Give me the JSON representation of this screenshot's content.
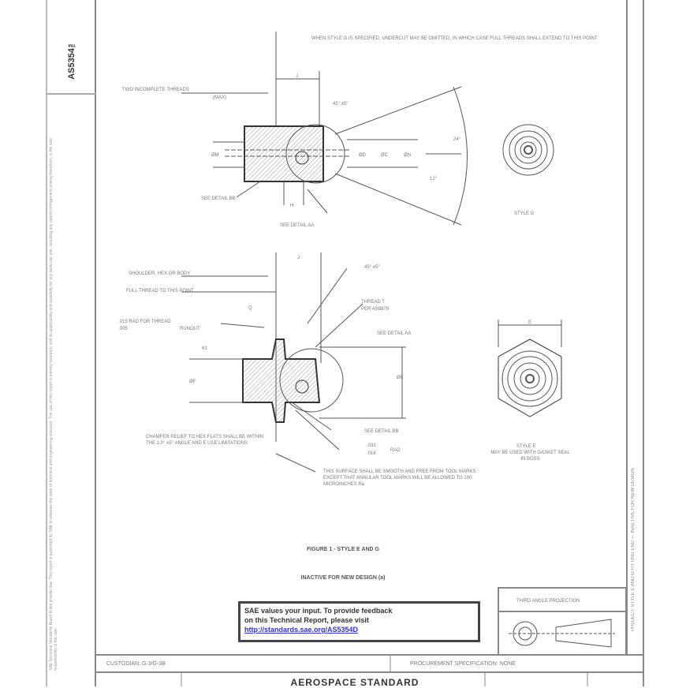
{
  "document_id": "AS5354™",
  "left_margin_text": "SAE Technical Standards Board Rules provide that: This report is published by SAE to advance the state of technical and engineering sciences. The use of this report is entirely voluntary, and its applicability and suitability for any particular use, including any patent infringement arising therefrom, is the sole responsibility of the user.",
  "right_margin_text": "PROJECT: STYLE E AND G FITTING END — INACTIVE FOR NEW DESIGN",
  "top_view": {
    "note_style": "WHEN STYLE G IS SPECIFIED, UNDERCUT MAY BE OMITTED, IN WHICH CASE FULL THREADS SHALL EXTEND TO THIS POINT",
    "two_incomplete": "TWO INCOMPLETE THREADS",
    "max": "(MAX)",
    "dim_j": "J",
    "angle": "45° ±5°",
    "dim_dm": "ØM",
    "dim_dd": "ØD",
    "dim_dc": "ØC",
    "dim_dn": "ØN",
    "angle_24": "24°",
    "angle_12": "12°",
    "dim_h": "H",
    "see_bb": "SEE DETAIL BB",
    "see_aa": "SEE DETAIL AA",
    "style_label": "STYLE G"
  },
  "bottom_view": {
    "dim_j": "J",
    "angle": "45° ±5°",
    "shoulder": "SHOULDER, HEX OR BODY",
    "full_thread": "FULL THREAD TO THIS POINT",
    "dim_q": "Q",
    "rad": ".015 RAD FOR THREAD",
    "rad2": ".005",
    "runout": "RUNOUT",
    "thread": "THREAD T",
    "per": "PER AS8879",
    "see_aa": "SEE DETAIL AA",
    "finish": "63",
    "dim_df": "ØF",
    "dim_dk": "ØK",
    "see_bb": "SEE DETAIL BB",
    "rad_a": ".031",
    ".rad_b": "",
    "rad_b": ".016",
    "rad_label": "RAD",
    "chamfer": "CHAMFER RELIEF TO HEX FLATS SHALL BE WITHIN THE 1.0° ±5° ANGLE AND E USE LIMITATIONS",
    "surface": "THIS SURFACE SHALL BE SMOOTH AND FREE FROM TOOL MARKS EXCEPT THAT ANNULAR TOOL MARKS WILL BE ALLOWED TO 100 MICROINCHES Ra",
    "dim_e": "E",
    "style_label": "STYLE E",
    "style_note": "MAY BE USED WITH GASKET SEAL IN BOSS"
  },
  "figure_caption": "FIGURE 1 - STYLE E AND G",
  "inactive_note": "INACTIVE FOR NEW DESIGN (a)",
  "feedback": {
    "line1": "SAE values your input. To provide feedback",
    "line2": "on this Technical Report, please visit",
    "link": "http://standards.sae.org/AS5354D"
  },
  "projection_label": "THIRD ANGLE PROJECTION",
  "title_block": {
    "custodian": "CUSTODIAN: G-3/G-3B",
    "procurement": "PROCUREMENT SPECIFICATION: NONE",
    "title": "AEROSPACE STANDARD"
  }
}
